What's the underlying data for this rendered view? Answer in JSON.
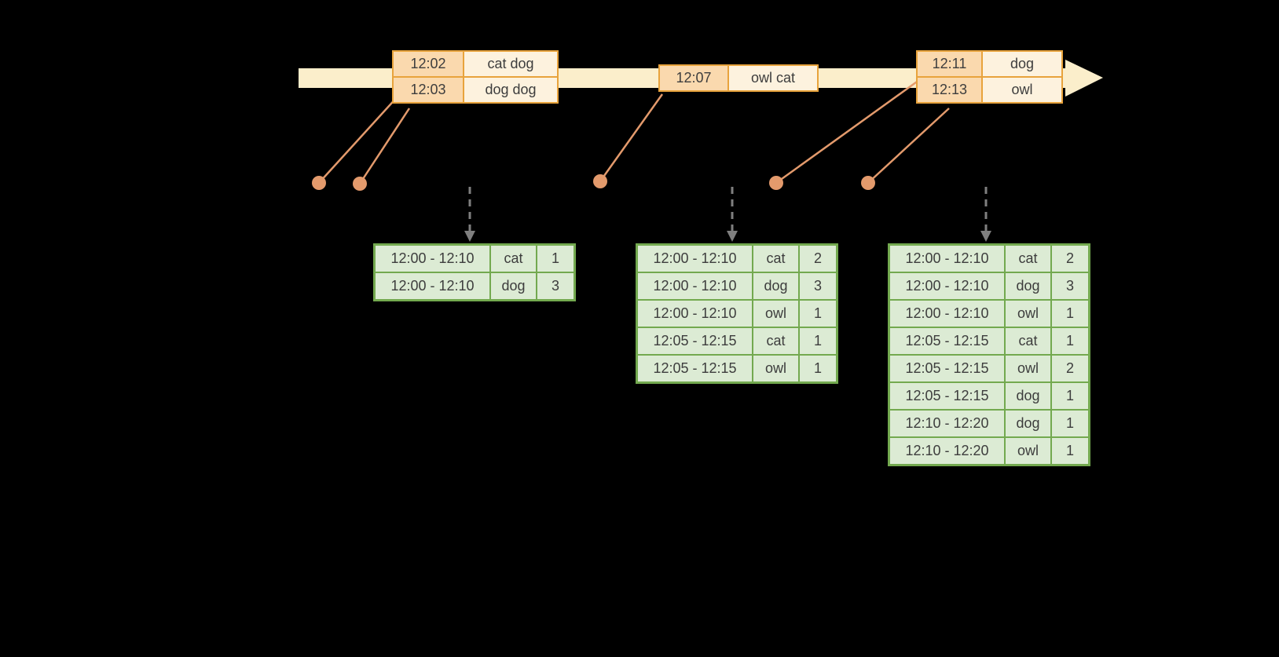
{
  "colors": {
    "background": "#000000",
    "timeline_arrow": "#fbeecb",
    "event_border": "#e8a33c",
    "event_time_bg": "#fad9ae",
    "event_words_bg": "#fdf2de",
    "connector": "#e39a6c",
    "trigger": "#7f7f7f",
    "result_border": "#73a94f",
    "result_bg": "#dcebd4",
    "text": "#3d3d3d"
  },
  "event_tables": [
    {
      "rows": [
        {
          "time": "12:02",
          "words": "cat dog"
        },
        {
          "time": "12:03",
          "words": "dog dog"
        }
      ]
    },
    {
      "rows": [
        {
          "time": "12:07",
          "words": "owl cat"
        }
      ]
    },
    {
      "rows": [
        {
          "time": "12:11",
          "words": "dog"
        },
        {
          "time": "12:13",
          "words": "owl"
        }
      ]
    }
  ],
  "result_tables": [
    {
      "rows": [
        {
          "window": "12:00 - 12:10",
          "word": "cat",
          "count": "1"
        },
        {
          "window": "12:00 - 12:10",
          "word": "dog",
          "count": "3"
        }
      ]
    },
    {
      "rows": [
        {
          "window": "12:00 - 12:10",
          "word": "cat",
          "count": "2"
        },
        {
          "window": "12:00 - 12:10",
          "word": "dog",
          "count": "3"
        },
        {
          "window": "12:00 - 12:10",
          "word": "owl",
          "count": "1"
        },
        {
          "window": "12:05 - 12:15",
          "word": "cat",
          "count": "1"
        },
        {
          "window": "12:05 - 12:15",
          "word": "owl",
          "count": "1"
        }
      ]
    },
    {
      "rows": [
        {
          "window": "12:00 - 12:10",
          "word": "cat",
          "count": "2"
        },
        {
          "window": "12:00 - 12:10",
          "word": "dog",
          "count": "3"
        },
        {
          "window": "12:00 - 12:10",
          "word": "owl",
          "count": "1"
        },
        {
          "window": "12:05 - 12:15",
          "word": "cat",
          "count": "1"
        },
        {
          "window": "12:05 - 12:15",
          "word": "owl",
          "count": "2"
        },
        {
          "window": "12:05 - 12:15",
          "word": "dog",
          "count": "1"
        },
        {
          "window": "12:10 - 12:20",
          "word": "dog",
          "count": "1"
        },
        {
          "window": "12:10 - 12:20",
          "word": "owl",
          "count": "1"
        }
      ]
    }
  ]
}
